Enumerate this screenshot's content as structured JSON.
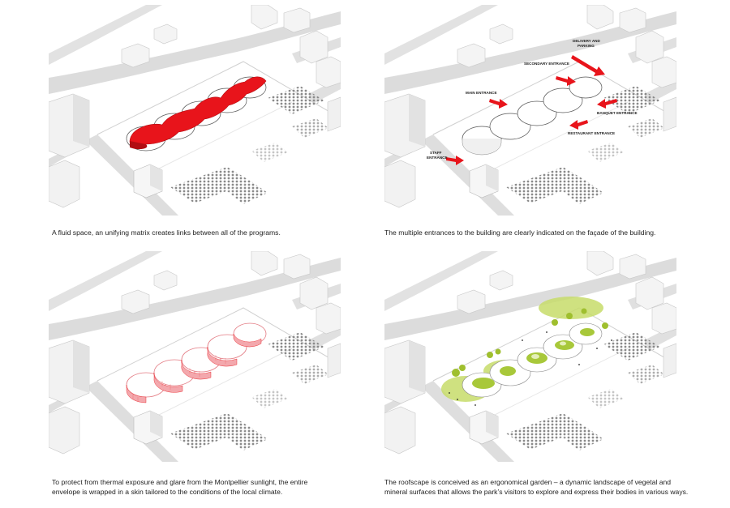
{
  "panels": [
    {
      "caption": "A fluid space, an unifying matrix creates links between all  of the programs."
    },
    {
      "caption": "The multiple entrances to the building are clearly indicated on the façade of the building.",
      "labels": {
        "delivery": [
          "DELIVERY AND",
          "PARKING"
        ],
        "secondary": "SECONDARY ENTRANCE",
        "main": "MAIN ENTRANCE",
        "banquet": "BANQUET ENTRANCE",
        "restaurant": "RESTAURANT ENTRANCE",
        "staff": [
          "STAFF",
          "ENTRANCE"
        ]
      }
    },
    {
      "caption": "To protect from thermal exposure and glare from the Montpellier sunlight, the entire envelope is wrapped in a skin tailored to the conditions of the local climate."
    },
    {
      "caption": "The roofscape is conceived as an ergonomical garden – a dynamic landscape of vegetal and mineral surfaces that allows the park’s visitors to explore and express their bodies in various ways."
    }
  ],
  "colors": {
    "accent_red": "#e8141b",
    "skin_pink": "#f3a8ad",
    "garden_green": "#a8c83a",
    "road": "#d9d9d9",
    "building": "#f4f4f4",
    "trees": "#777777"
  }
}
